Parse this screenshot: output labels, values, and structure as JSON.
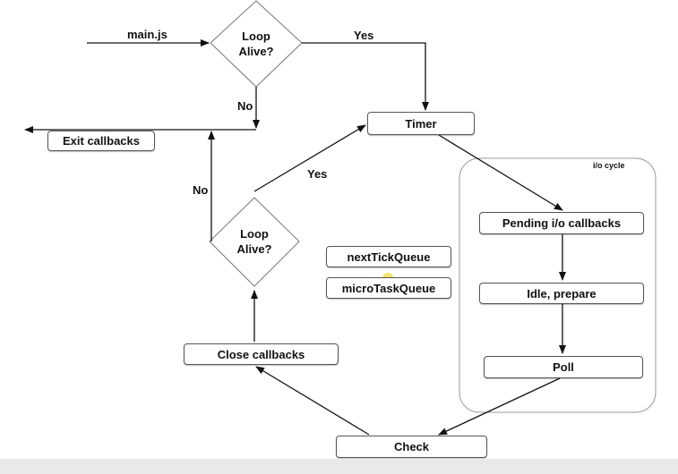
{
  "nodes": {
    "main_js": "main.js",
    "loop_alive_top": [
      "Loop",
      "Alive?"
    ],
    "loop_alive_mid": [
      "Loop",
      "Alive?"
    ],
    "timer": "Timer",
    "exit_callbacks": "Exit callbacks",
    "pending_io": "Pending i/o callbacks",
    "idle_prepare": "Idle, prepare",
    "poll": "Poll",
    "check": "Check",
    "close_callbacks": "Close callbacks",
    "next_tick_queue": "nextTickQueue",
    "micro_task_queue": "microTaskQueue",
    "io_cycle": "i/o cycle"
  },
  "edge_labels": {
    "top_yes": "Yes",
    "top_no": "No",
    "mid_yes": "Yes",
    "mid_no": "No"
  },
  "colors": {
    "line": "#111111",
    "box_border": "#555555",
    "cursor_dot": "#f5e36a",
    "group_border": "#9a9a9a"
  }
}
